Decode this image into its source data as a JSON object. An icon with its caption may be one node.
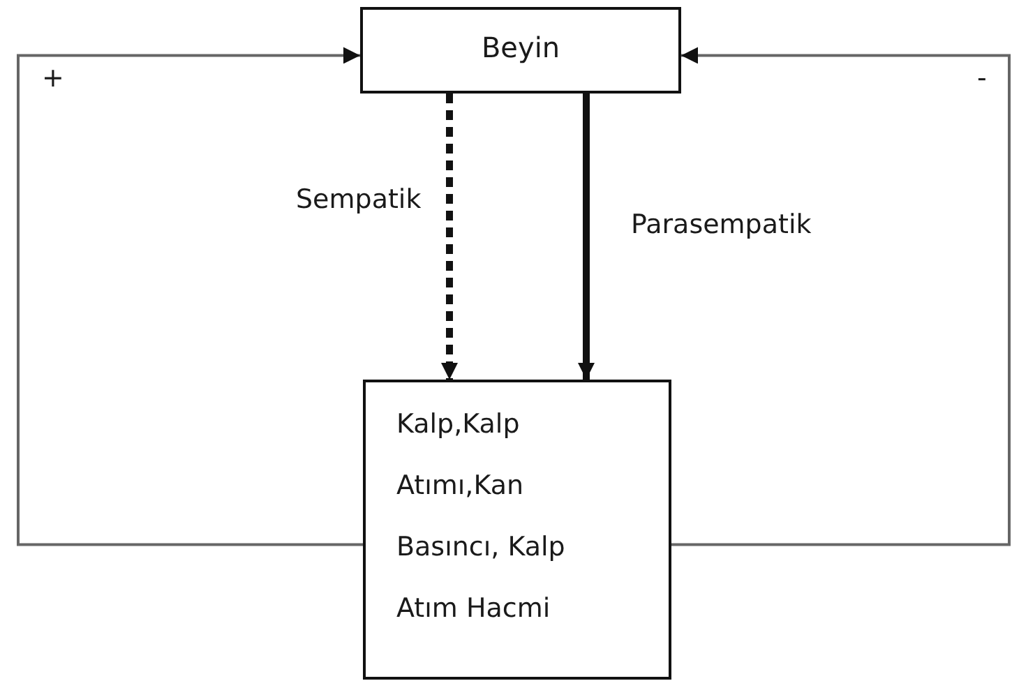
{
  "diagram": {
    "nodes": [
      {
        "text": [
          "Beyin"
        ]
      },
      {
        "text": [
          "Kalp,Kalp Atımı,Kan Basıncı, Kalp Atım Hacmi"
        ]
      }
    ],
    "edges": [
      {
        "from": 1,
        "to": 0,
        "arrow": "to",
        "label": "+"
      },
      {
        "from": 1,
        "to": 0,
        "arrow": "to",
        "label": "-"
      },
      {
        "from": 0,
        "to": 1,
        "arrow": "to",
        "label": "Sempatik",
        "style": "dashed"
      },
      {
        "from": 0,
        "to": 1,
        "arrow": "to",
        "label": "Parasempatik",
        "style": "thick"
      }
    ]
  }
}
